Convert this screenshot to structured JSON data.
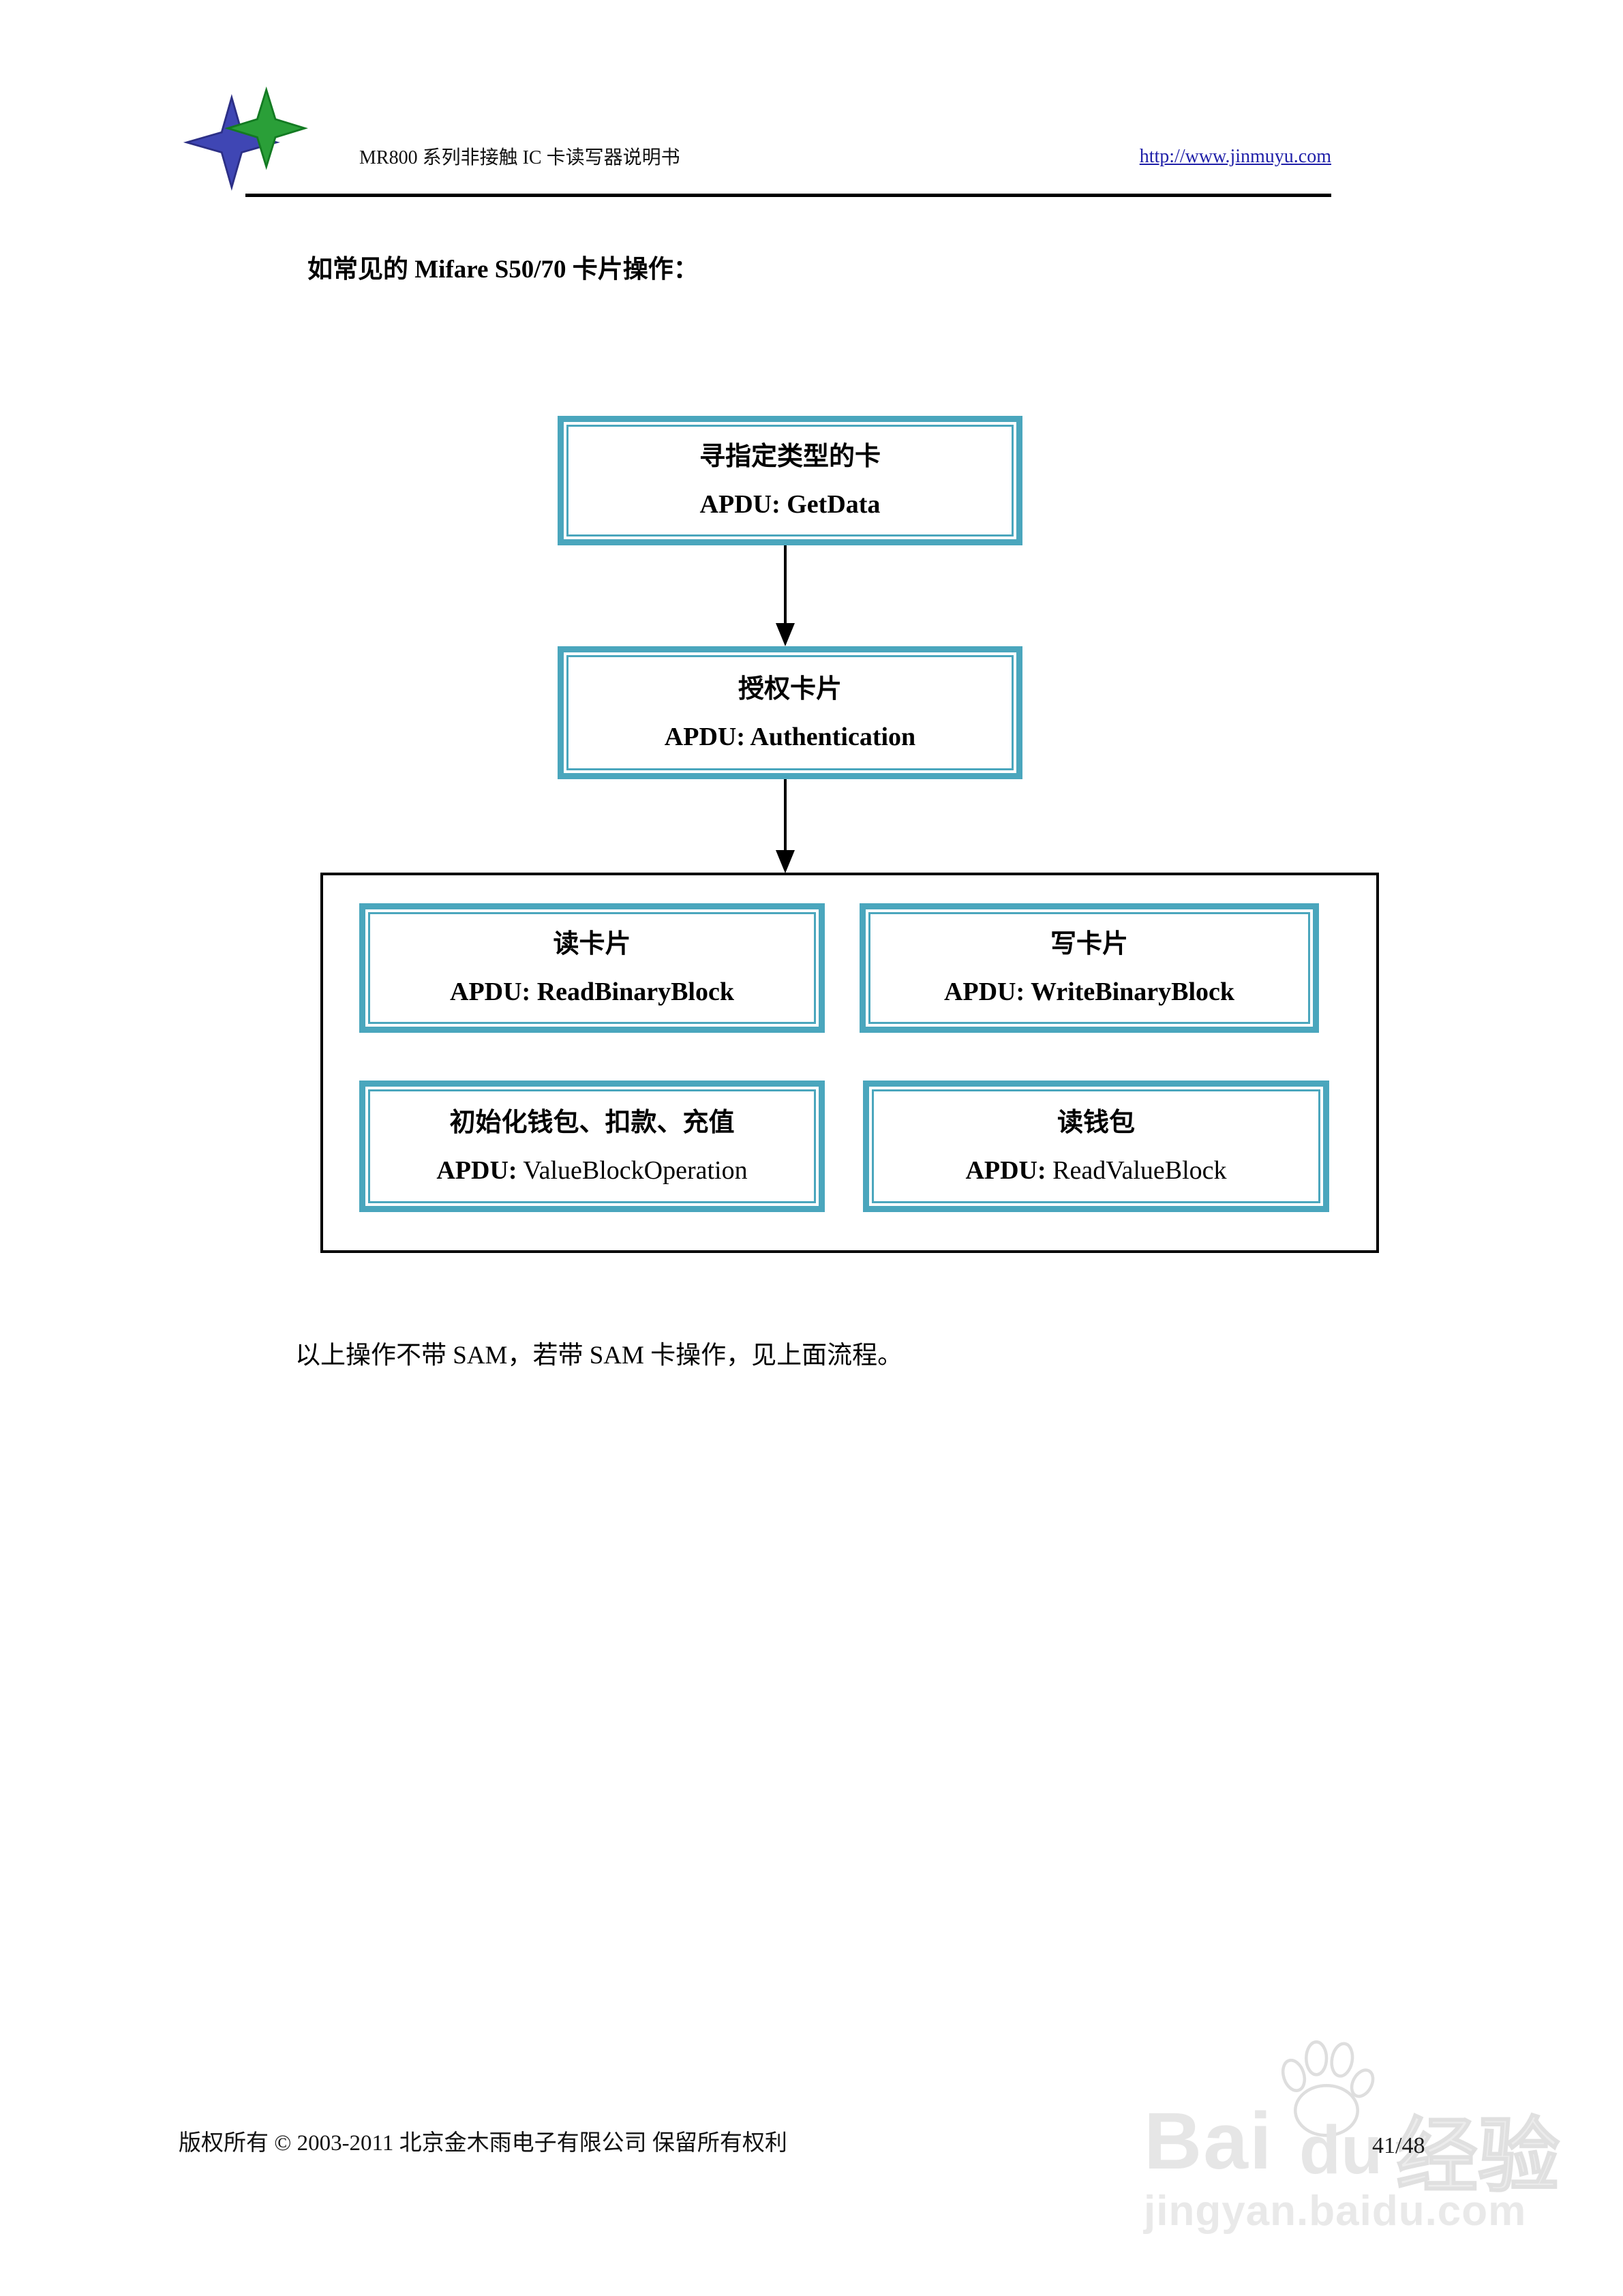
{
  "colors": {
    "teal": "#4aa6bd",
    "link_blue": "#1f1fa8",
    "watermark_gray": "#e6e6e6"
  },
  "header": {
    "logo_name": "jinmuyu-logo",
    "title": "MR800 系列非接触 IC 卡读写器说明书",
    "url": "http://www.jinmuyu.com"
  },
  "intro_text": "如常见的 Mifare S50/70 卡片操作：",
  "flowchart": {
    "seek": {
      "title": "寻指定类型的卡",
      "cmd_label": "APDU:",
      "cmd_value": " GetData"
    },
    "auth": {
      "title": "授权卡片",
      "cmd_label": "APDU:",
      "cmd_value": " Authentication"
    },
    "read": {
      "title": "读卡片",
      "cmd_label": "APDU:",
      "cmd_value": " ReadBinaryBlock"
    },
    "write": {
      "title": "写卡片",
      "cmd_label": "APDU:",
      "cmd_value": " WriteBinaryBlock"
    },
    "value_op": {
      "title": "初始化钱包、扣款、充值",
      "cmd_label": "APDU:",
      "cmd_value": " ValueBlockOperation"
    },
    "read_value": {
      "title": "读钱包",
      "cmd_label": "APDU:",
      "cmd_value": " ReadValueBlock"
    }
  },
  "closing_text": "以上操作不带 SAM，若带 SAM 卡操作，见上面流程。",
  "footer": {
    "copyright": "版权所有 © 2003-2011 北京金木雨电子有限公司 保留所有权利",
    "page_number": "41/48"
  },
  "watermark": {
    "brand_bai": "Bai",
    "brand_du": "du",
    "brand_suffix": "经验",
    "site": "jingyan.baidu.com"
  }
}
